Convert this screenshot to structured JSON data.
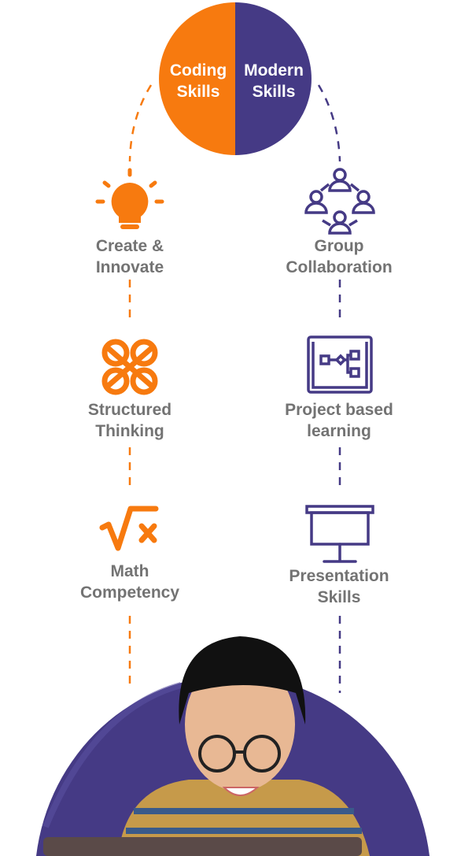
{
  "colors": {
    "coding": "#f77a0f",
    "modern": "#453a85",
    "label": "#737373"
  },
  "header": {
    "coding_title": [
      "Coding",
      "Skills"
    ],
    "modern_title": [
      "Modern",
      "Skills"
    ]
  },
  "coding_skills": [
    {
      "icon": "lightbulb-icon",
      "line1": "Create &",
      "line2": "Innovate"
    },
    {
      "icon": "celtic-knot-icon",
      "line1": "Structured",
      "line2": "Thinking"
    },
    {
      "icon": "square-root-icon",
      "line1": "Math",
      "line2": "Competency"
    }
  ],
  "modern_skills": [
    {
      "icon": "group-network-icon",
      "line1": "Group",
      "line2": "Collaboration"
    },
    {
      "icon": "flowchart-board-icon",
      "line1": "Project based",
      "line2": "learning"
    },
    {
      "icon": "presentation-board-icon",
      "line1": "Presentation",
      "line2": "Skills"
    }
  ]
}
